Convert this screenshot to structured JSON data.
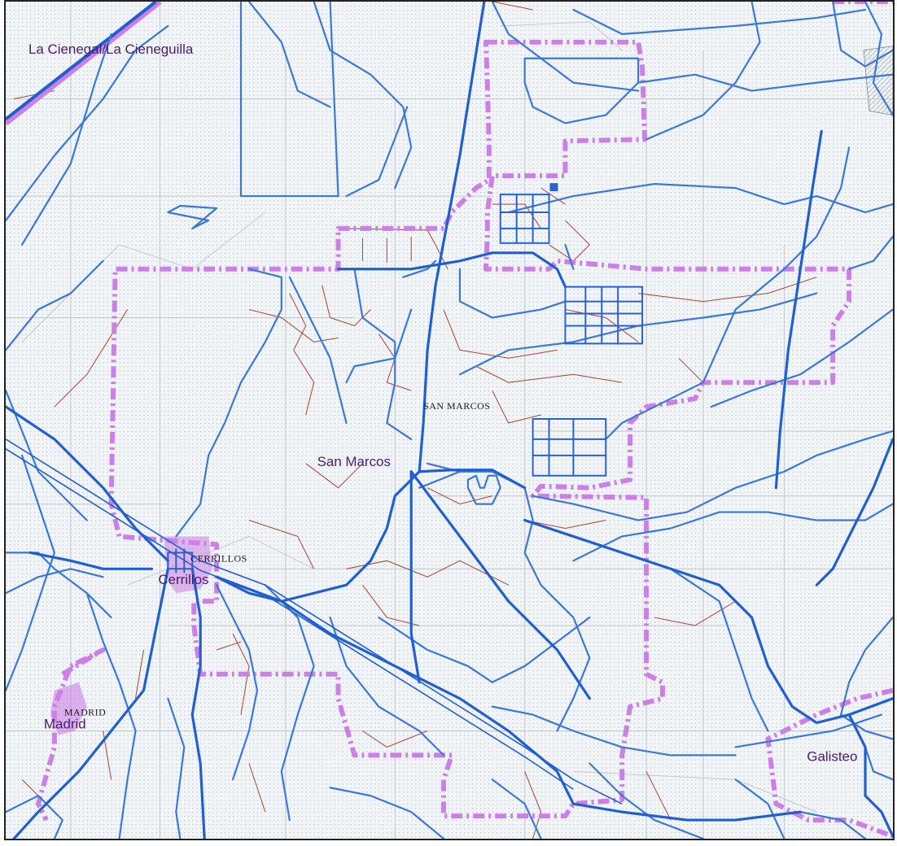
{
  "colors": {
    "background": "#f2f5f7",
    "dot_grid": "#aab8c4",
    "road_major": "#1f5fd0",
    "road_minor": "#3a78d8",
    "boundary": "#cc7fe6",
    "parcel": "#c4c9ce",
    "local_road": "#a8412f",
    "place_label": "#4a1d6a",
    "locality_label": "#1a1a1a"
  },
  "labels": {
    "cienega": "La Cienegal/La Cieneguilla",
    "san_marcos_upper": "SAN MARCOS",
    "san_marcos": "San Marcos",
    "cerrillos_upper": "CERRILLOS",
    "cerrillos": "Cerrillos",
    "madrid_upper": "MADRID",
    "madrid": "Madrid",
    "galisteo": "Galisteo"
  }
}
